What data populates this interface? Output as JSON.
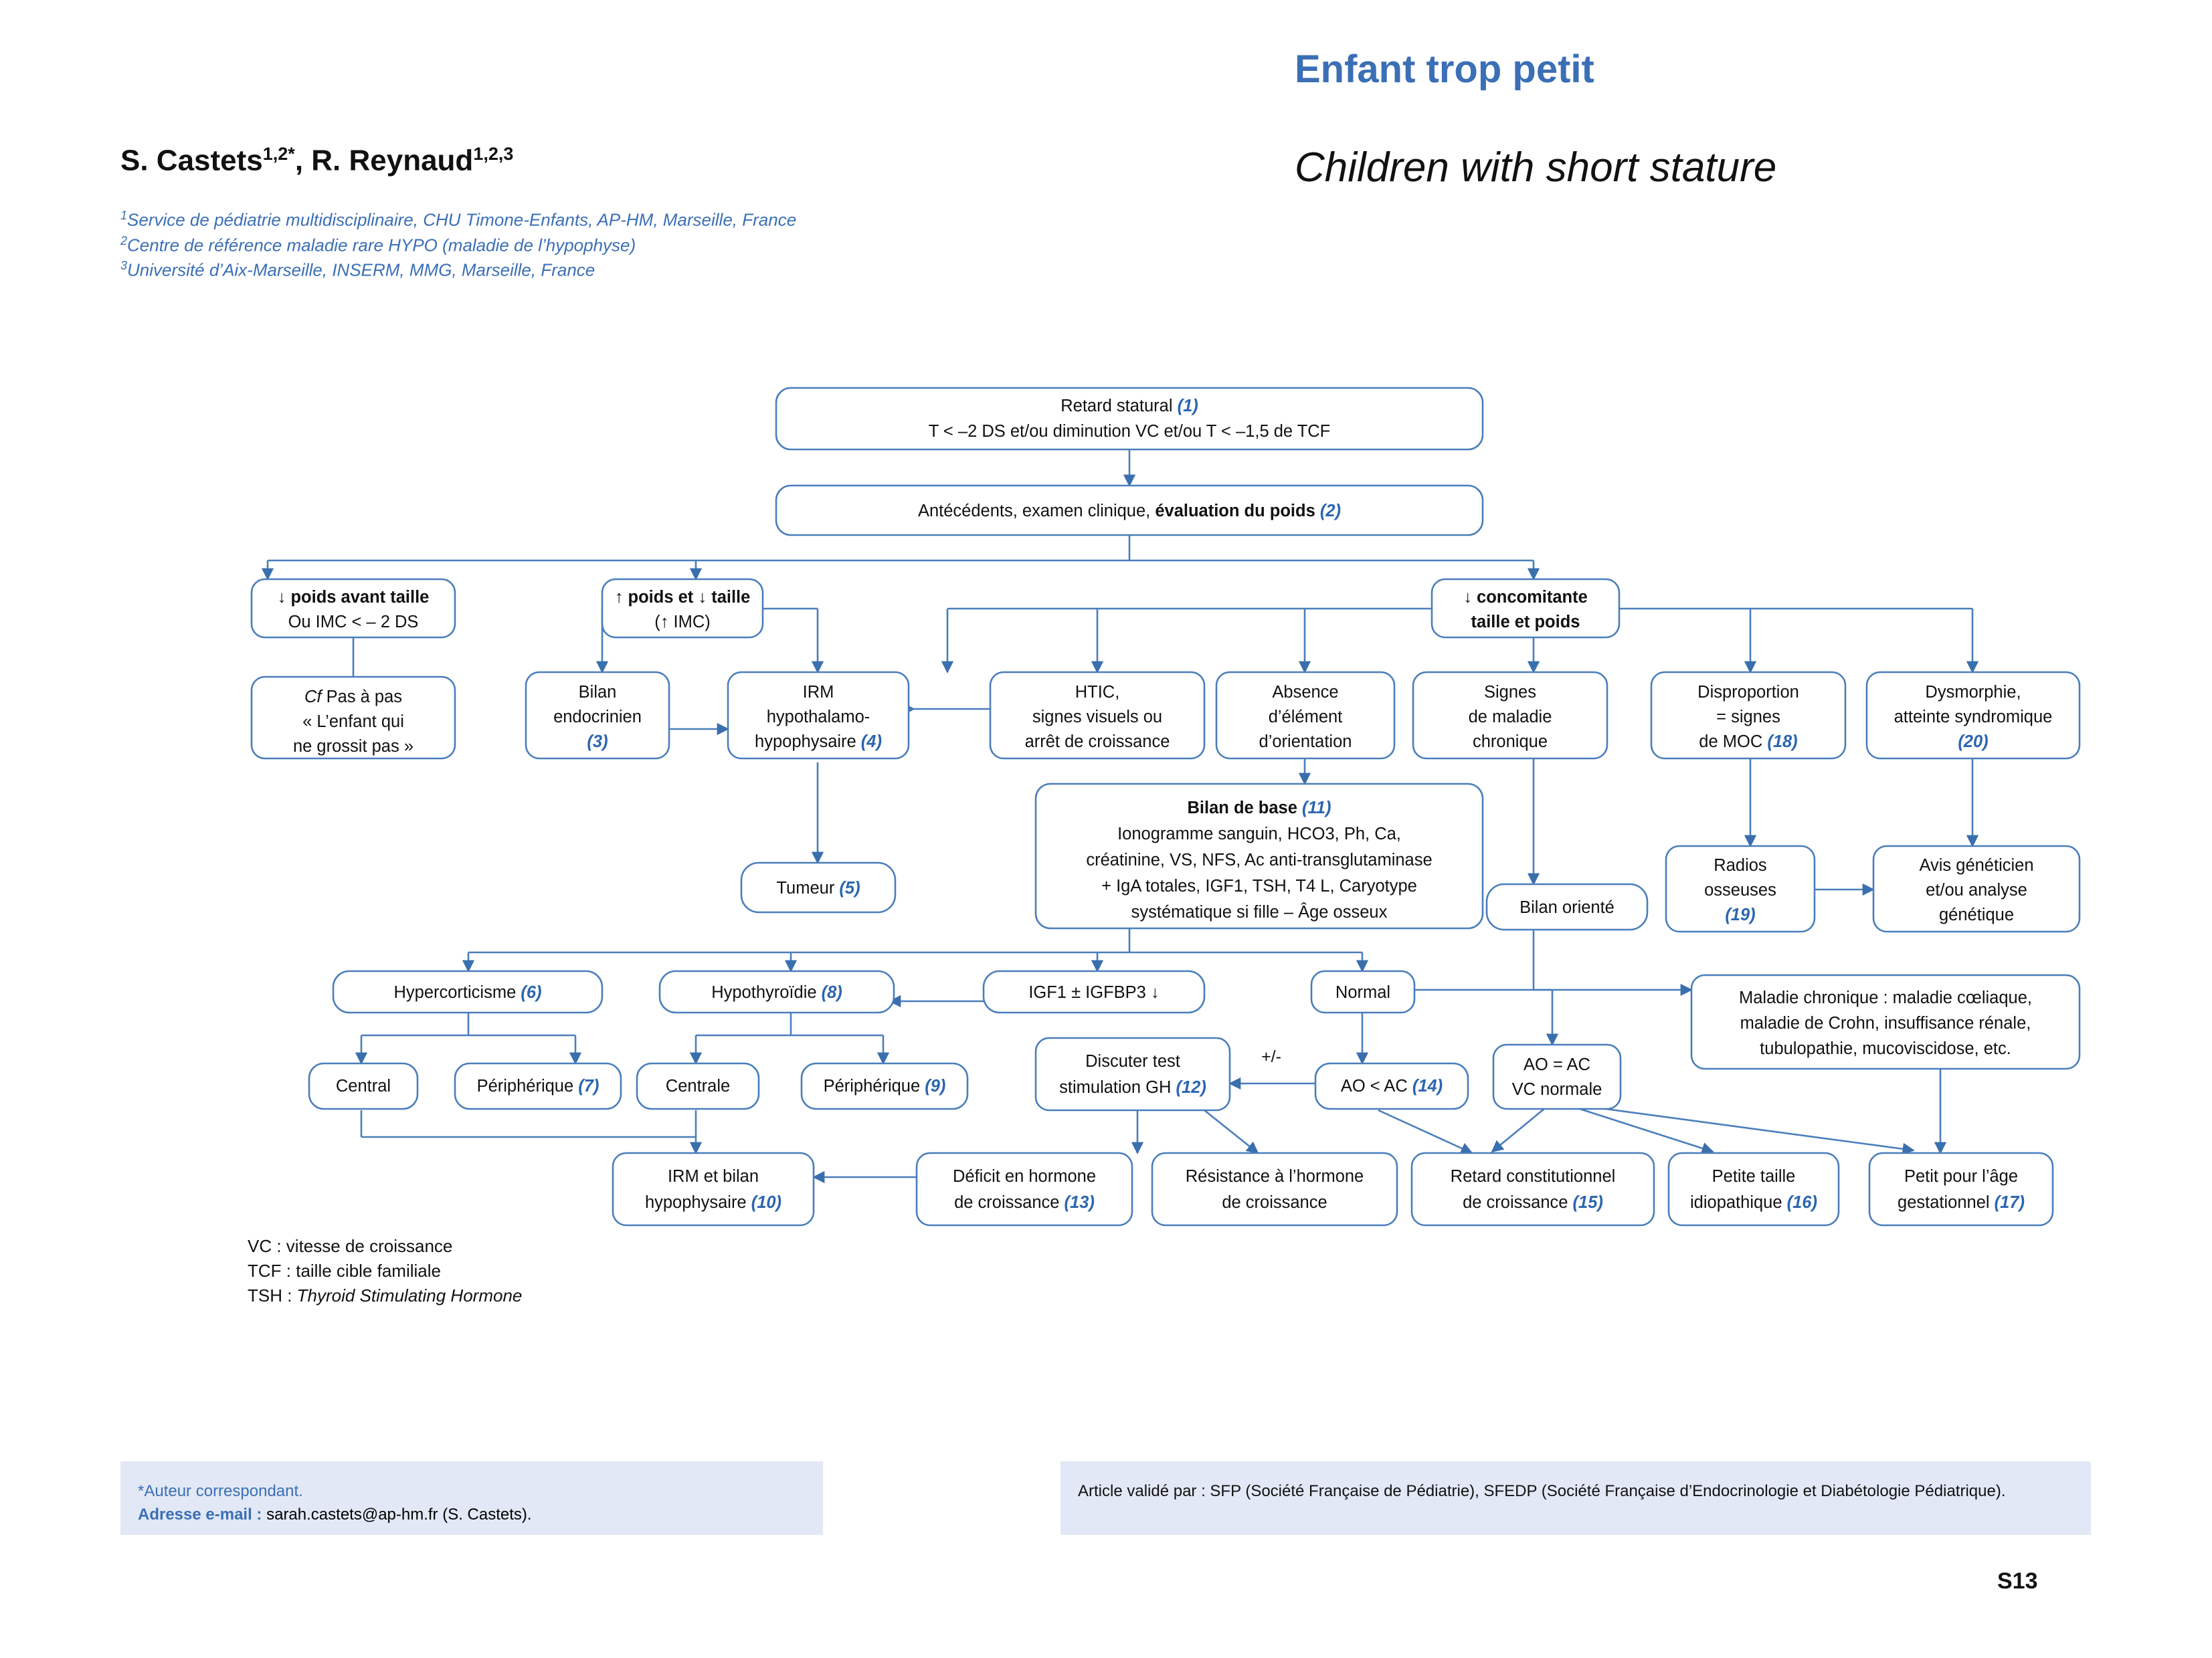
{
  "header": {
    "title_fr": "Enfant trop petit",
    "title_en": "Children with short stature",
    "authors_main": "S. Castets",
    "authors_sup1": "1,2*",
    "authors_mid": ", R. Reynaud",
    "authors_sup2": "1,2,3",
    "affiliations": [
      {
        "sup": "1",
        "text": "Service de pédiatrie multidisciplinaire, CHU Timone-Enfants, AP-HM, Marseille, France"
      },
      {
        "sup": "2",
        "text": "Centre de référence maladie rare HYPO (maladie de l’hypophyse)"
      },
      {
        "sup": "3",
        "text": "Université d’Aix-Marseille, INSERM, MMG, Marseille, France"
      }
    ]
  },
  "colors": {
    "accent_blue": "#3b6fb6",
    "box_stroke": "#4a7ebb",
    "number_blue": "#2b66b0",
    "footer_bg": "#e2e8f5"
  },
  "flowchart": {
    "type": "diagram",
    "nodes": {
      "retard_statural": {
        "lines": [
          "Retard statural (1)",
          "T < –2 DS et/ou diminution VC et/ou T < –1,5 de TCF"
        ],
        "number": "(1)"
      },
      "antecedents": {
        "lines": [
          "Antécédents, examen clinique, évaluation du poids (2)"
        ],
        "number": "(2)"
      },
      "poids_avant_taille": {
        "lines": [
          "↓ poids avant taille",
          "Ou IMC < – 2 DS"
        ],
        "number": ""
      },
      "poids_taille": {
        "lines": [
          "↑ poids et ↓ taille",
          "(↑ IMC)"
        ],
        "number": ""
      },
      "concomitante": {
        "lines": [
          "↓ concomitante",
          "taille et poids"
        ],
        "number": ""
      },
      "cf_pas_a_pas": {
        "lines": [
          "Cf Pas à pas",
          "« L’enfant qui",
          "ne grossit pas »"
        ],
        "number": ""
      },
      "bilan_endocrinien": {
        "lines": [
          "Bilan",
          "endocrinien",
          "(3)"
        ],
        "number": "(3)"
      },
      "irm_hypothalamo": {
        "lines": [
          "IRM",
          "hypothalamo-",
          "hypophysaire (4)"
        ],
        "number": "(4)"
      },
      "htic": {
        "lines": [
          "HTIC,",
          "signes visuels ou",
          "arrêt de croissance"
        ],
        "number": ""
      },
      "absence_element": {
        "lines": [
          "Absence",
          "d’élément",
          "d’orientation"
        ],
        "number": ""
      },
      "signes_maladie": {
        "lines": [
          "Signes",
          "de maladie",
          "chronique"
        ],
        "number": ""
      },
      "disproportion": {
        "lines": [
          "Disproportion",
          "= signes",
          "de MOC (18)"
        ],
        "number": "(18)"
      },
      "dysmorphie": {
        "lines": [
          "Dysmorphie,",
          "atteinte syndromique",
          "(20)"
        ],
        "number": "(20)"
      },
      "bilan_de_base": {
        "lines": [
          "Bilan de base (11)",
          "Ionogramme sanguin, HCO3, Ph, Ca,",
          "créatinine, VS, NFS, Ac anti-transglutaminase",
          "+ IgA totales, IGF1, TSH, T4 L, Caryotype",
          "systématique si fille – Âge osseux"
        ],
        "number": "(11)"
      },
      "tumeur": {
        "lines": [
          "Tumeur (5)"
        ],
        "number": "(5)"
      },
      "bilan_oriente": {
        "lines": [
          "Bilan orienté"
        ],
        "number": ""
      },
      "radios_osseuses": {
        "lines": [
          "Radios",
          "osseuses",
          "(19)"
        ],
        "number": "(19)"
      },
      "avis_geneticien": {
        "lines": [
          "Avis généticien",
          "et/ou analyse",
          "génétique"
        ],
        "number": ""
      },
      "hypercorticisme": {
        "lines": [
          "Hypercorticisme (6)"
        ],
        "number": "(6)"
      },
      "hypothyroidie": {
        "lines": [
          "Hypothyroïdie (8)"
        ],
        "number": "(8)"
      },
      "igf1": {
        "lines": [
          "IGF1 ± IGFBP3 ↓"
        ],
        "number": ""
      },
      "normal": {
        "lines": [
          "Normal"
        ],
        "number": ""
      },
      "maladie_chronique": {
        "lines": [
          "Maladie chronique : maladie cœliaque,",
          "maladie de Crohn, insuffisance rénale,",
          "tubulopathie, mucoviscidose, etc."
        ],
        "number": ""
      },
      "central": {
        "lines": [
          "Central"
        ],
        "number": ""
      },
      "peripherique7": {
        "lines": [
          "Périphérique (7)"
        ],
        "number": "(7)"
      },
      "centrale": {
        "lines": [
          "Centrale"
        ],
        "number": ""
      },
      "peripherique9": {
        "lines": [
          "Périphérique (9)"
        ],
        "number": "(9)"
      },
      "discuter_test": {
        "lines": [
          "Discuter test",
          "stimulation GH (12)"
        ],
        "number": "(12)"
      },
      "ao_lt_ac": {
        "lines": [
          "AO < AC (14)"
        ],
        "number": "(14)"
      },
      "ao_eq_ac": {
        "lines": [
          "AO = AC",
          "VC normale"
        ],
        "number": ""
      },
      "irm_bilan_hypo": {
        "lines": [
          "IRM et bilan",
          "hypophysaire (10)"
        ],
        "number": "(10)"
      },
      "deficit_hormone": {
        "lines": [
          "Déficit en hormone",
          "de croissance (13)"
        ],
        "number": "(13)"
      },
      "resistance_hormone": {
        "lines": [
          "Résistance à l’hormone",
          "de croissance"
        ],
        "number": ""
      },
      "retard_constitutionnel": {
        "lines": [
          "Retard constitutionnel",
          "de croissance (15)"
        ],
        "number": "(15)"
      },
      "petite_taille": {
        "lines": [
          "Petite taille",
          "idiopathique (16)"
        ],
        "number": "(16)"
      },
      "petit_age_gest": {
        "lines": [
          "Petit pour l’âge",
          "gestationnel (17)"
        ],
        "number": "(17)"
      }
    },
    "edge_labels": {
      "plus_minus": "+/-"
    }
  },
  "legend": {
    "lines": [
      {
        "key": "VC : ",
        "value": "vitesse de croissance",
        "italic": false
      },
      {
        "key": "TCF : ",
        "value": "taille cible familiale",
        "italic": false
      },
      {
        "key": "TSH : ",
        "value": "Thyroid Stimulating Hormone",
        "italic": true
      }
    ]
  },
  "footer": {
    "left_line1": "*Auteur correspondant.",
    "left_label": "Adresse e-mail : ",
    "left_email": "sarah.castets@ap-hm.fr (S. Castets).",
    "right_text": "Article validé par : SFP (Société Française de Pédiatrie), SFEDP (Société Française d’Endocrinologie et Diabétologie Pédiatrique).",
    "page_number": "S13"
  }
}
